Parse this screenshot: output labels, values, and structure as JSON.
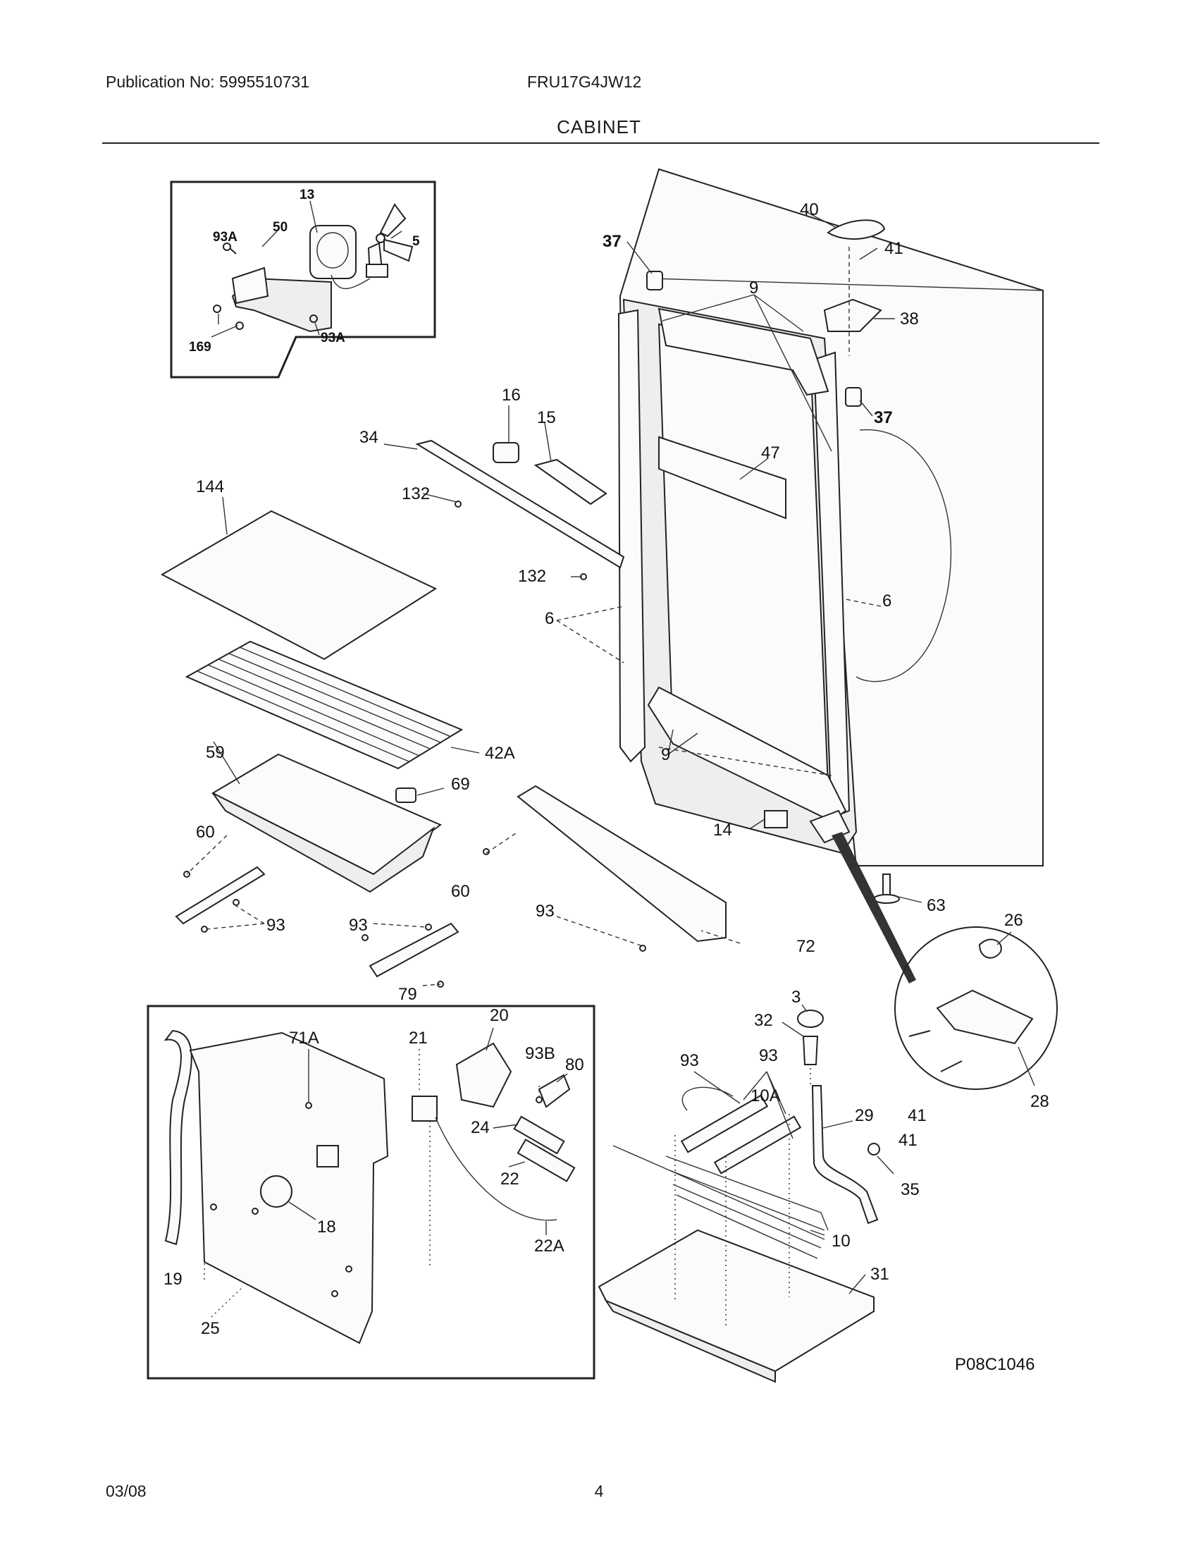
{
  "header": {
    "publication": "Publication No: 5995510731",
    "model": "FRU17G4JW12",
    "section_title": "CABINET"
  },
  "footer": {
    "date": "03/08",
    "page": "4"
  },
  "diagram": {
    "figure_code": "P08C1046",
    "callouts": {
      "c13": "13",
      "c93A_a": "93A",
      "c50": "50",
      "c5": "5",
      "c169": "169",
      "c93A_b": "93A",
      "c40": "40",
      "c41_a": "41",
      "c37_a": "37",
      "c9_a": "9",
      "c38": "38",
      "c37_b": "37",
      "c16": "16",
      "c15": "15",
      "c34": "34",
      "c47": "47",
      "c144": "144",
      "c132_a": "132",
      "c132_b": "132",
      "c6_a": "6",
      "c6_b": "6",
      "c42A": "42A",
      "c9_b": "9",
      "c59": "59",
      "c69": "69",
      "c14": "14",
      "c60_a": "60",
      "c63": "63",
      "c93_a": "93",
      "c60_b": "60",
      "c93_b": "93",
      "c93_c": "93",
      "c26": "26",
      "c72": "72",
      "c79": "79",
      "c3": "3",
      "c20": "20",
      "c71A": "71A",
      "c21": "21",
      "c32": "32",
      "c93B": "93B",
      "c80": "80",
      "c93_d": "93",
      "c93_e": "93",
      "c10A": "10A",
      "c29": "29",
      "c41_b": "41",
      "c28": "28",
      "c41_c": "41",
      "c24": "24",
      "c22": "22",
      "c35": "35",
      "c18": "18",
      "c10": "10",
      "c22A": "22A",
      "c31": "31",
      "c19": "19",
      "c25": "25"
    }
  }
}
